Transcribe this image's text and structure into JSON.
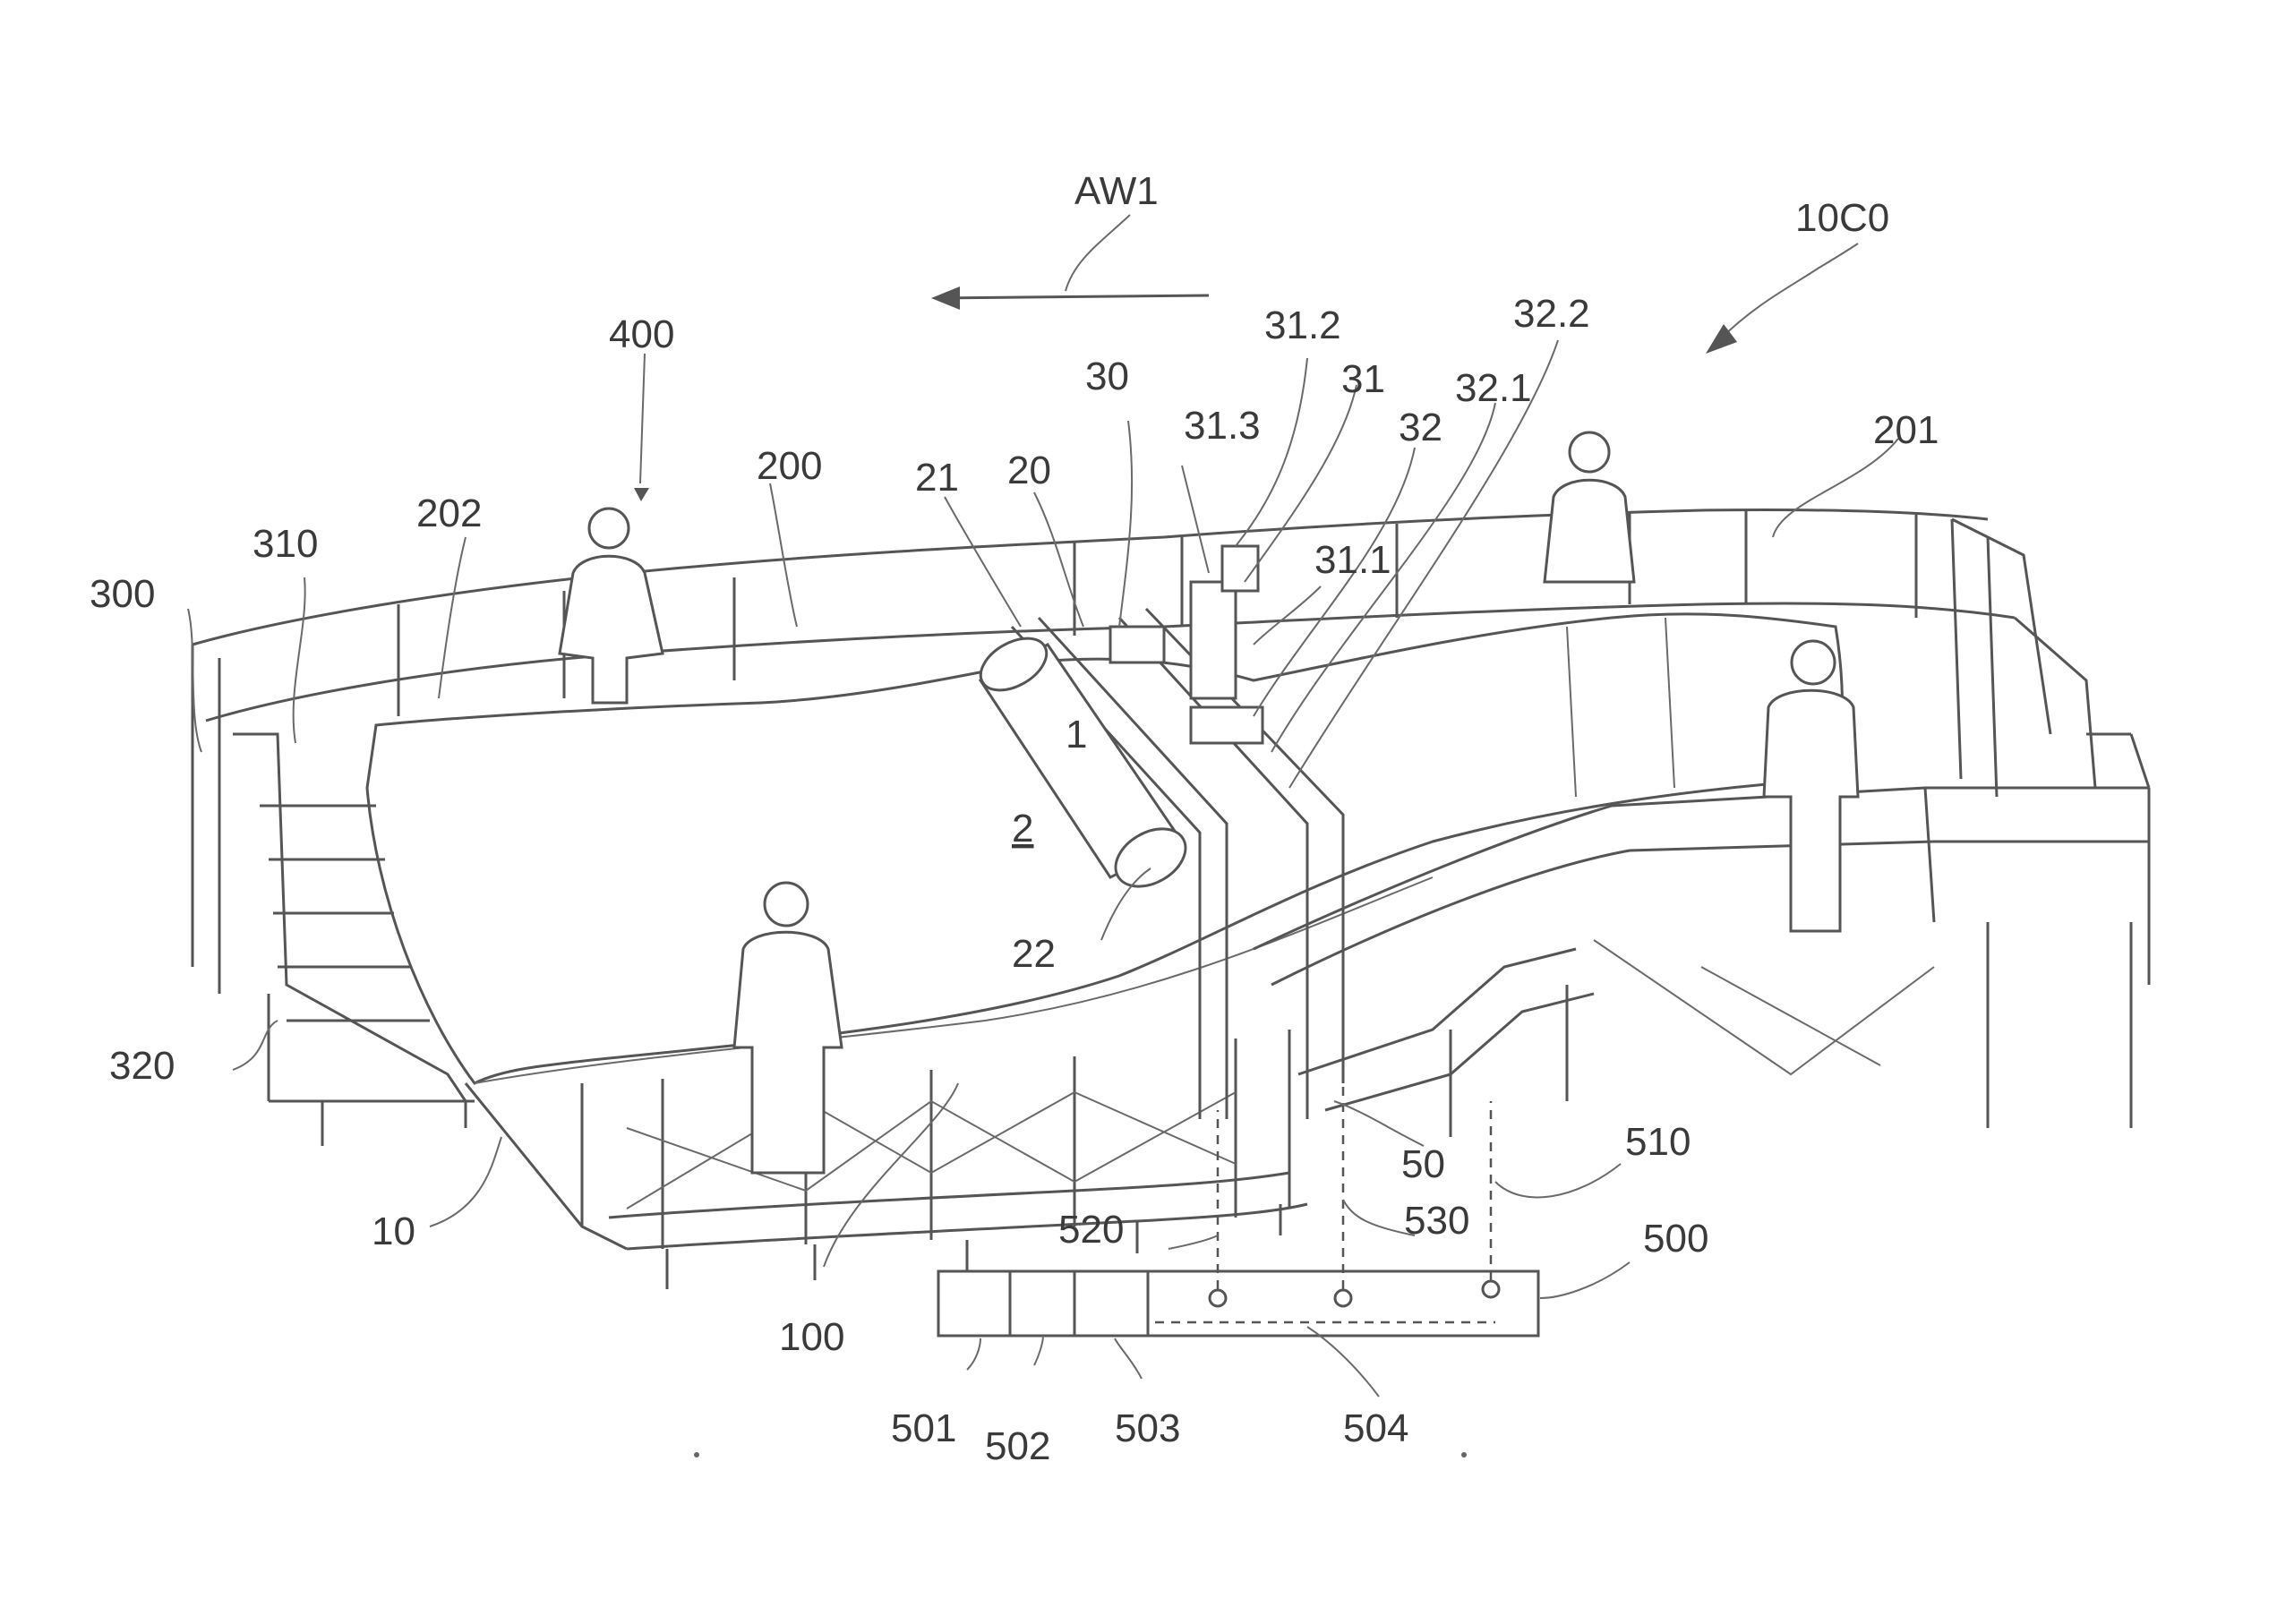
{
  "figure": {
    "labels": {
      "aw1": "AW1",
      "l1000": "10C0",
      "l400": "400",
      "l200": "200",
      "l202": "202",
      "l310": "310",
      "l300": "300",
      "l320": "320",
      "l10": "10",
      "l100": "100",
      "l21": "21",
      "l20": "20",
      "l30": "30",
      "l31_3": "31.3",
      "l31_2": "31.2",
      "l31": "31",
      "l31_1": "31.1",
      "l32": "32",
      "l32_1": "32.1",
      "l32_2": "32.2",
      "l201": "201",
      "l1": "1",
      "l2": "2",
      "l22": "22",
      "l50": "50",
      "l510": "510",
      "l520": "520",
      "l530": "530",
      "l500": "500",
      "l501": "501",
      "l502": "502",
      "l503": "503",
      "l504": "504"
    }
  }
}
